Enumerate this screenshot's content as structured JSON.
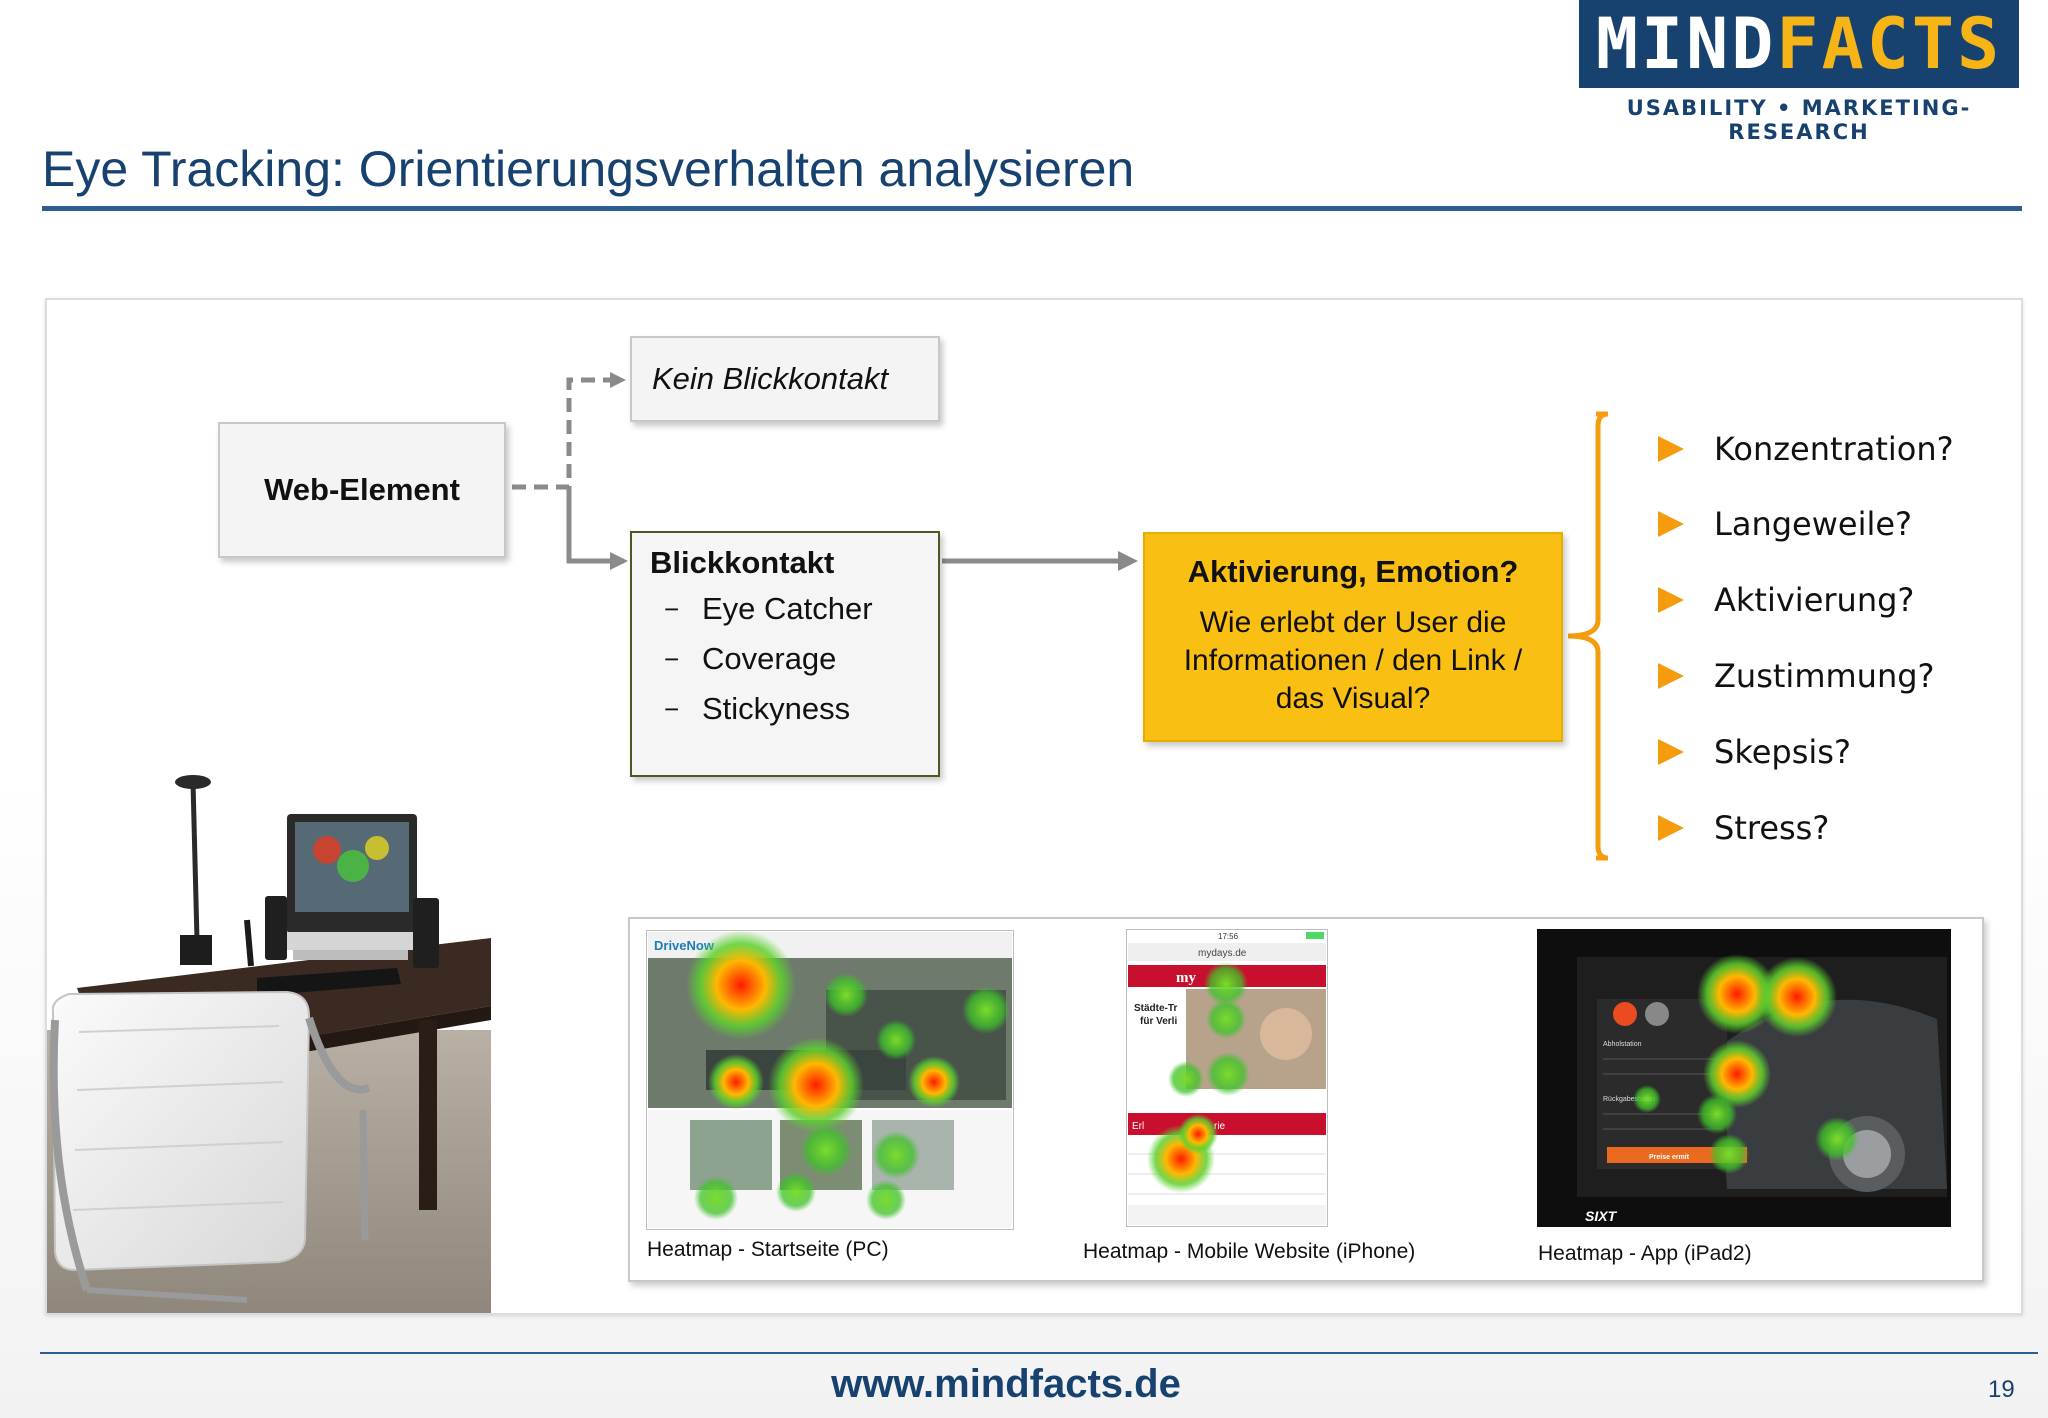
{
  "logo": {
    "brand_white": "MIND",
    "brand_orange": "FACTS",
    "tagline": "USABILITY • MARKETING-RESEARCH"
  },
  "title": "Eye Tracking: Orientierungsverhalten analysieren",
  "diagram": {
    "web_element": "Web-Element",
    "kein_blickkontakt": "Kein Blickkontakt",
    "blickkontakt": {
      "title": "Blickkontakt",
      "items": [
        "Eye Catcher",
        "Coverage",
        "Stickyness"
      ],
      "bullet": "−"
    },
    "activation": {
      "title": "Aktivierung, Emotion?",
      "lines": [
        "Wie erlebt der User die",
        "Informationen / den Link /",
        "das Visual?"
      ]
    },
    "questions": [
      "Konzentration?",
      "Langeweile?",
      "Aktivierung?",
      "Zustimmung?",
      "Skepsis?",
      "Stress?"
    ]
  },
  "heatmaps": {
    "pc": {
      "caption": "Heatmap - Startseite (PC)",
      "logo_text": "DriveNow"
    },
    "iphone": {
      "caption": "Heatmap - Mobile Website (iPhone)",
      "time": "17:56",
      "url": "mydays.de",
      "logo_text": "my",
      "headline": "Städte-Tr",
      "subline": "für Verli",
      "section": "Erl",
      "section_tail": "rie"
    },
    "ipad": {
      "caption": "Heatmap - App (iPad2)",
      "brand": "SIXT",
      "label_pickup": "Abholstation",
      "label_return": "Rückgabestation",
      "button": "Preise ermit"
    }
  },
  "colors": {
    "brand_blue": "#17416f",
    "accent_orange": "#f49b0e",
    "activation_yellow": "#f9bf12"
  },
  "footer": {
    "url": "www.mindfacts.de",
    "page_number": "19"
  }
}
